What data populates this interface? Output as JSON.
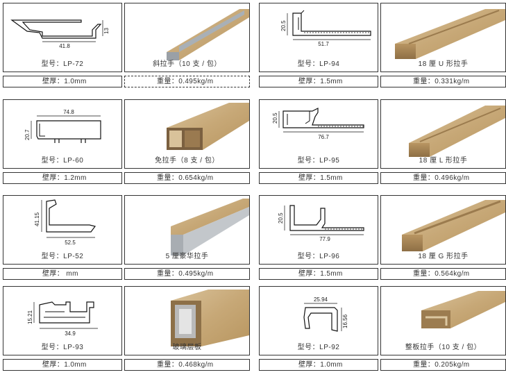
{
  "products": [
    {
      "model": "型号：LP-72",
      "name": "斜拉手（10 支 / 包）",
      "thickness": "壁厚：1.0mm",
      "weight": "重量：0.495kg/m",
      "dims": [
        "41.8",
        "13"
      ]
    },
    {
      "model": "型号：LP-94",
      "name": "18 厘 U 形拉手",
      "thickness": "壁厚：1.5mm",
      "weight": "重量：0.331kg/m",
      "dims": [
        "20.5",
        "51.7"
      ]
    },
    {
      "model": "型号：LP-60",
      "name": "免拉手（8 支 / 包）",
      "thickness": "壁厚：1.2mm",
      "weight": "重量：0.654kg/m",
      "dims": [
        "74.8",
        "20.7"
      ]
    },
    {
      "model": "型号：LP-95",
      "name": "18 厘 L 形拉手",
      "thickness": "壁厚：1.5mm",
      "weight": "重量：0.496kg/m",
      "dims": [
        "20.5",
        "76.7"
      ]
    },
    {
      "model": "型号：LP-52",
      "name": "5 厘豪华拉手",
      "thickness": "壁厚：    mm",
      "weight": "重量：0.495kg/m",
      "dims": [
        "41.15",
        "52.5"
      ]
    },
    {
      "model": "型号：LP-96",
      "name": "18 厘 G 形拉手",
      "thickness": "壁厚：1.5mm",
      "weight": "重量：0.564kg/m",
      "dims": [
        "20.5",
        "77.9"
      ]
    },
    {
      "model": "型号：LP-93",
      "name": "玻璃层板",
      "thickness": "壁厚：1.0mm",
      "weight": "重量：0.468kg/m",
      "dims": [
        "15.21",
        "34.9"
      ]
    },
    {
      "model": "型号：LP-92",
      "name": "整板拉手（10 支 / 包）",
      "thickness": "壁厚：1.0mm",
      "weight": "重量：0.205kg/m",
      "dims": [
        "25.94",
        "16.56"
      ]
    }
  ]
}
